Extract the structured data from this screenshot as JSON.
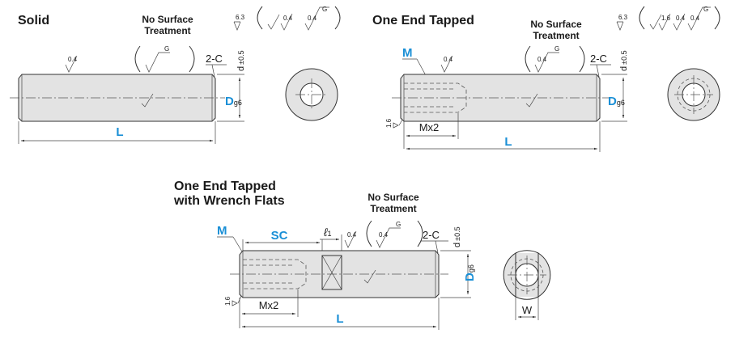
{
  "sections": {
    "solid": {
      "title": "Solid",
      "no_surface_line1": "No Surface",
      "no_surface_line2": "Treatment",
      "chamfer": "2-C",
      "tol_d": "d",
      "tol_val": "±0.5",
      "dim_D": "D",
      "dim_D_sub": "g6",
      "dim_L": "L",
      "sym_06": "0.4",
      "sym_G": "G",
      "sym_63": "6.3",
      "sym_04a": "0.4",
      "sym_04b": "0.4",
      "sym_Ga": "G"
    },
    "tapped": {
      "title": "One End Tapped",
      "no_surface_line1": "No Surface",
      "no_surface_line2": "Treatment",
      "chamfer": "2-C",
      "tol_d": "d",
      "tol_val": "±0.5",
      "dim_D": "D",
      "dim_D_sub": "g6",
      "dim_L": "L",
      "dim_M": "M",
      "dim_Mx2": "Mx2",
      "sym_16": "1.6",
      "sym_04": "0.4",
      "sym_63": "6.3",
      "sym_16b": "1.6",
      "sym_04c": "0.4",
      "sym_04d": "0.4",
      "sym_G": "G",
      "sym_Ga": "G",
      "sym_04e": "0.4"
    },
    "wrench": {
      "title_line1": "One End Tapped",
      "title_line2": "with Wrench Flats",
      "no_surface_line1": "No Surface",
      "no_surface_line2": "Treatment",
      "chamfer": "2-C",
      "tol_d": "d",
      "tol_val": "±0.5",
      "dim_D": "D",
      "dim_D_sub": "g6",
      "dim_L": "L",
      "dim_M": "M",
      "dim_SC": "SC",
      "dim_l1": "ℓ",
      "dim_l1_sub": "1",
      "dim_Mx2": "Mx2",
      "dim_W": "W",
      "sym_16": "1.6",
      "sym_04": "0.4",
      "sym_04b": "0.4",
      "sym_G": "G"
    }
  },
  "colors": {
    "accent": "#1a8fd6",
    "rod_fill": "#e3e3e3",
    "line": "#333333"
  }
}
